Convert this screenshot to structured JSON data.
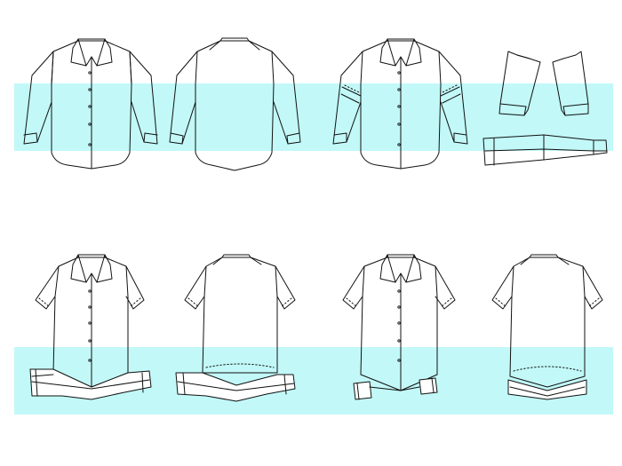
{
  "colors": {
    "highlight_band": "#c2f8f8",
    "line": "#111111",
    "background": "#ffffff"
  },
  "garments": {
    "row1": [
      {
        "view": "front",
        "type": "long-sleeve-shirt"
      },
      {
        "view": "back",
        "type": "long-sleeve-shirt"
      },
      {
        "view": "front",
        "type": "long-sleeve-shirt-with-elbow-seam"
      },
      {
        "view": "pieces",
        "type": "sleeve-pieces"
      }
    ],
    "row2": [
      {
        "view": "front",
        "type": "short-sleeve-shirt-with-hem-band"
      },
      {
        "view": "back",
        "type": "short-sleeve-shirt-with-hem-band"
      },
      {
        "view": "front",
        "type": "short-sleeve-shirt-with-pockets"
      },
      {
        "view": "back",
        "type": "short-sleeve-shirt"
      }
    ]
  }
}
